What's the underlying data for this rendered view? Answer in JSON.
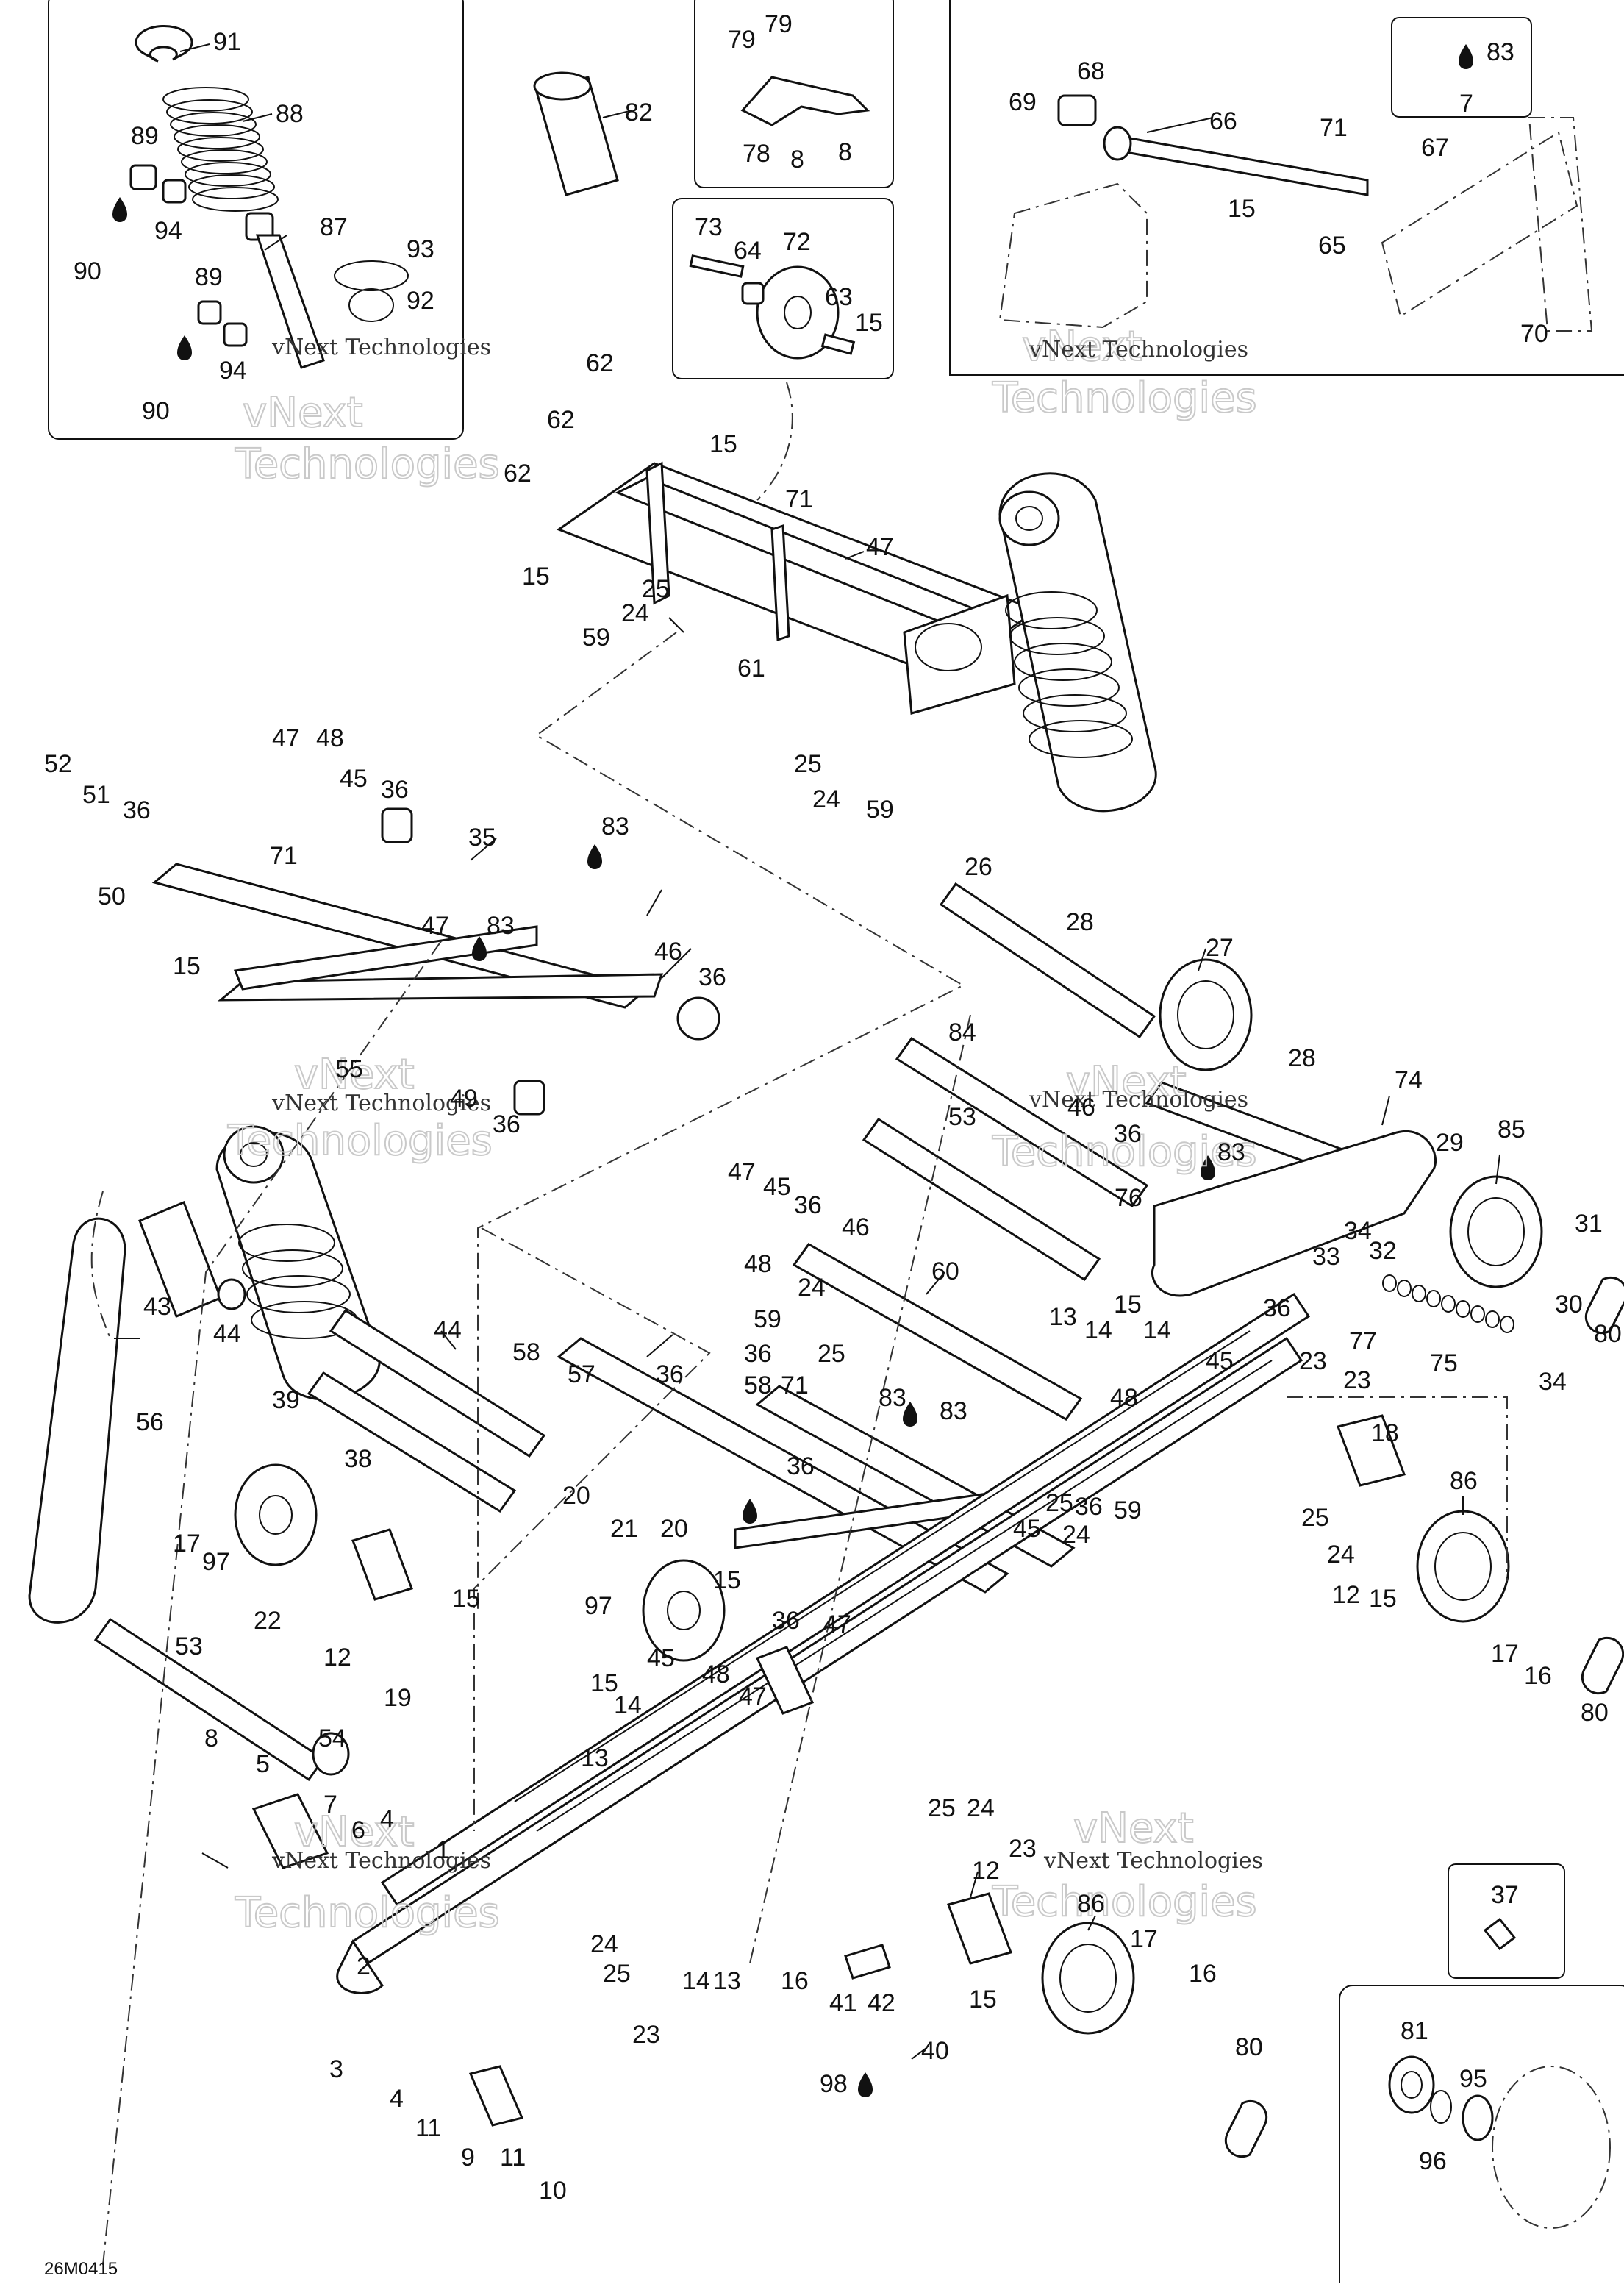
{
  "diagram_code": "26M0415",
  "watermark": {
    "company_line": "vNext Technologies",
    "split_top": "vNext",
    "split_bottom": "Technologies"
  },
  "callouts": [
    "91",
    "88",
    "89",
    "94",
    "90",
    "87",
    "93",
    "92",
    "89",
    "94",
    "90",
    "82",
    "79",
    "79",
    "78",
    "8",
    "8",
    "73",
    "64",
    "72",
    "63",
    "15",
    "68",
    "69",
    "66",
    "71",
    "83",
    "7",
    "67",
    "15",
    "65",
    "70",
    "62",
    "62",
    "15",
    "62",
    "71",
    "47",
    "15",
    "59",
    "25",
    "24",
    "61",
    "25",
    "24",
    "59",
    "52",
    "51",
    "36",
    "50",
    "47",
    "48",
    "45",
    "36",
    "35",
    "71",
    "83",
    "15",
    "47",
    "83",
    "46",
    "36",
    "55",
    "49",
    "36",
    "26",
    "28",
    "27",
    "84",
    "53",
    "28",
    "46",
    "74",
    "36",
    "83",
    "29",
    "85",
    "76",
    "34",
    "32",
    "31",
    "33",
    "36",
    "30",
    "80",
    "77",
    "75",
    "34",
    "43",
    "44",
    "56",
    "47",
    "45",
    "36",
    "48",
    "46",
    "24",
    "60",
    "59",
    "25",
    "13",
    "15",
    "14",
    "14",
    "36",
    "58",
    "57",
    "36",
    "58",
    "71",
    "83",
    "83",
    "36",
    "45",
    "45",
    "48",
    "23",
    "23",
    "18",
    "44",
    "39",
    "38",
    "15",
    "17",
    "97",
    "22",
    "20",
    "21",
    "97",
    "20",
    "15",
    "12",
    "19",
    "36",
    "47",
    "25",
    "24",
    "36",
    "59",
    "24",
    "25",
    "86",
    "12",
    "15",
    "17",
    "16",
    "80",
    "53",
    "54",
    "8",
    "5",
    "7",
    "6",
    "4",
    "1",
    "2",
    "3",
    "4",
    "11",
    "9",
    "11",
    "10",
    "45",
    "15",
    "14",
    "13",
    "48",
    "47",
    "25",
    "24",
    "23",
    "12",
    "86",
    "17",
    "16",
    "80",
    "14",
    "13",
    "16",
    "41",
    "42",
    "15",
    "40",
    "98",
    "25",
    "24",
    "23",
    "37",
    "81",
    "95",
    "96"
  ],
  "icons": {
    "lubricant": "oil-drop-icon"
  }
}
